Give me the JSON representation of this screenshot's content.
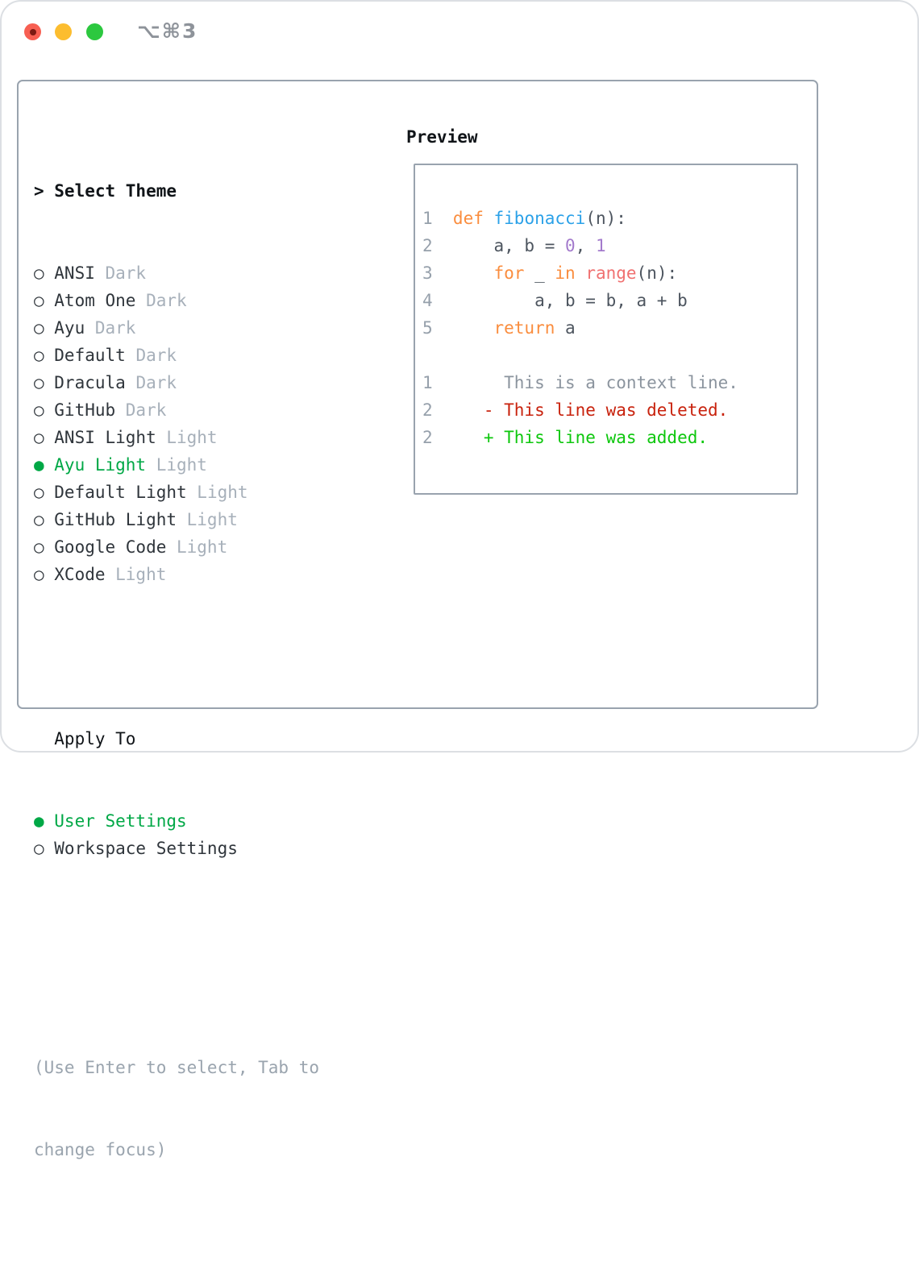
{
  "titlebar": {
    "shortcut": "⌥⌘3",
    "traffic_lights": [
      "close",
      "minimize",
      "zoom"
    ]
  },
  "left": {
    "cursor": ">",
    "title": "Select Theme",
    "radio_unselected": "○",
    "radio_selected": "●",
    "themes": [
      {
        "name": "ANSI",
        "variant": "Dark",
        "selected": false
      },
      {
        "name": "Atom One",
        "variant": "Dark",
        "selected": false
      },
      {
        "name": "Ayu",
        "variant": "Dark",
        "selected": false
      },
      {
        "name": "Default",
        "variant": "Dark",
        "selected": false
      },
      {
        "name": "Dracula",
        "variant": "Dark",
        "selected": false
      },
      {
        "name": "GitHub",
        "variant": "Dark",
        "selected": false
      },
      {
        "name": "ANSI Light",
        "variant": "Light",
        "selected": false
      },
      {
        "name": "Ayu Light",
        "variant": "Light",
        "selected": true
      },
      {
        "name": "Default Light",
        "variant": "Light",
        "selected": false
      },
      {
        "name": "GitHub Light",
        "variant": "Light",
        "selected": false
      },
      {
        "name": "Google Code",
        "variant": "Light",
        "selected": false
      },
      {
        "name": "XCode",
        "variant": "Light",
        "selected": false
      }
    ],
    "apply_to": {
      "title": "Apply To",
      "options": [
        {
          "label": "User Settings",
          "selected": true
        },
        {
          "label": "Workspace Settings",
          "selected": false
        }
      ]
    },
    "hint_lines": [
      "(Use Enter to select, Tab to",
      "change focus)"
    ]
  },
  "preview": {
    "title": "Preview",
    "code_lines": [
      {
        "num": "1",
        "tokens": [
          {
            "text": "def",
            "type": "keyword"
          },
          {
            "text": " ",
            "type": "fg"
          },
          {
            "text": "fibonacci",
            "type": "function"
          },
          {
            "text": "(n):",
            "type": "fg"
          }
        ]
      },
      {
        "num": "2",
        "tokens": [
          {
            "text": "    a, b = ",
            "type": "fg"
          },
          {
            "text": "0",
            "type": "number"
          },
          {
            "text": ", ",
            "type": "fg"
          },
          {
            "text": "1",
            "type": "number"
          }
        ]
      },
      {
        "num": "3",
        "tokens": [
          {
            "text": "    ",
            "type": "fg"
          },
          {
            "text": "for",
            "type": "keyword"
          },
          {
            "text": " _ ",
            "type": "fg"
          },
          {
            "text": "in",
            "type": "keyword"
          },
          {
            "text": " ",
            "type": "fg"
          },
          {
            "text": "range",
            "type": "call"
          },
          {
            "text": "(n):",
            "type": "fg"
          }
        ]
      },
      {
        "num": "4",
        "tokens": [
          {
            "text": "        a, b = b, a + b",
            "type": "fg"
          }
        ]
      },
      {
        "num": "5",
        "tokens": [
          {
            "text": "    ",
            "type": "fg"
          },
          {
            "text": "return",
            "type": "keyword"
          },
          {
            "text": " a",
            "type": "fg"
          }
        ]
      },
      {
        "num": "",
        "tokens": []
      },
      {
        "num": "1",
        "tokens": [
          {
            "text": "     This is a context line.",
            "type": "context"
          }
        ]
      },
      {
        "num": "2",
        "tokens": [
          {
            "text": "   - This line was deleted.",
            "type": "deleted"
          }
        ]
      },
      {
        "num": "2",
        "tokens": [
          {
            "text": "   + This line was added.",
            "type": "added"
          }
        ]
      }
    ]
  },
  "colors": {
    "selection_green": "#00a846",
    "panel_border": "#99a3ae",
    "header_text": "#101418",
    "item_text": "#2f353b",
    "variant_muted": "#a7b0ba",
    "hint_text": "#9aa4ae",
    "titlebar_text": "#8e939a",
    "traffic_red": "#f75f52",
    "traffic_yellow": "#fcbd2f",
    "traffic_green": "#2cc83f",
    "code": {
      "keyword": "#fa8d3e",
      "function": "#2ba1e8",
      "number": "#a37acc",
      "call": "#f07171",
      "fg": "#4d555f",
      "lineno": "#96a0ab",
      "context": "#8b949e",
      "deleted": "#c8220d",
      "added": "#0dc70d"
    }
  }
}
